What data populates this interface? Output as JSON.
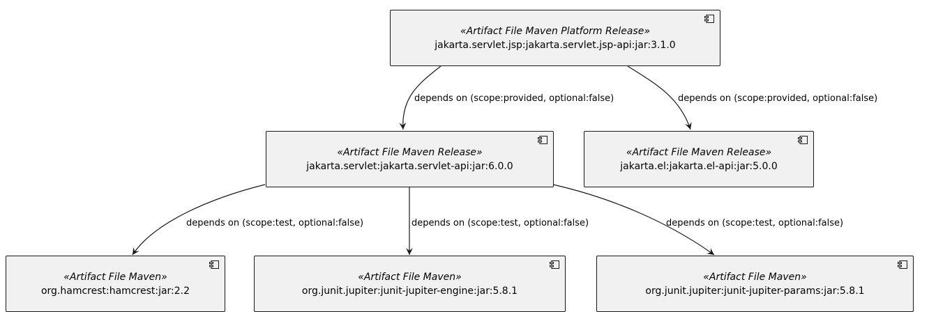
{
  "nodes": {
    "platform": {
      "stereotype": "«Artifact File Maven Platform Release»",
      "artifact": "jakarta.servlet.jsp:jakarta.servlet.jsp-api:jar:3.1.0",
      "icon": "component-icon"
    },
    "servlet_api": {
      "stereotype": "«Artifact File Maven Release»",
      "artifact": "jakarta.servlet:jakarta.servlet-api:jar:6.0.0",
      "icon": "component-icon"
    },
    "el_api": {
      "stereotype": "«Artifact File Maven Release»",
      "artifact": "jakarta.el:jakarta.el-api:jar:5.0.0",
      "icon": "component-icon"
    },
    "hamcrest": {
      "stereotype": "«Artifact File Maven»",
      "artifact": "org.hamcrest:hamcrest:jar:2.2",
      "icon": "component-icon"
    },
    "junit_engine": {
      "stereotype": "«Artifact File Maven»",
      "artifact": "org.junit.jupiter:junit-jupiter-engine:jar:5.8.1",
      "icon": "component-icon"
    },
    "junit_params": {
      "stereotype": "«Artifact File Maven»",
      "artifact": "org.junit.jupiter:junit-jupiter-params:jar:5.8.1",
      "icon": "component-icon"
    }
  },
  "edges": [
    {
      "from": "platform",
      "to": "servlet_api",
      "label": "depends on (scope:provided, optional:false)"
    },
    {
      "from": "platform",
      "to": "el_api",
      "label": "depends on (scope:provided, optional:false)"
    },
    {
      "from": "servlet_api",
      "to": "hamcrest",
      "label": "depends on (scope:test, optional:false)"
    },
    {
      "from": "servlet_api",
      "to": "junit_engine",
      "label": "depends on (scope:test, optional:false)"
    },
    {
      "from": "servlet_api",
      "to": "junit_params",
      "label": "depends on (scope:test, optional:false)"
    }
  ]
}
